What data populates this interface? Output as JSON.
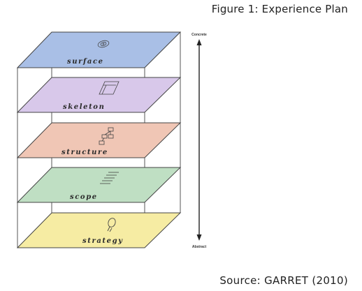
{
  "figure": {
    "title": "Figure 1: Experience Plan",
    "source": "Source: GARRET (2010)"
  },
  "planes": [
    {
      "label": "surface",
      "color": "#a9bfe6",
      "icon": "eye-icon"
    },
    {
      "label": "skeleton",
      "color": "#d8c8ea",
      "icon": "wireframe-icon"
    },
    {
      "label": "structure",
      "color": "#f0c6b5",
      "icon": "sitemap-icon"
    },
    {
      "label": "scope",
      "color": "#bfdfc3",
      "icon": "list-icon"
    },
    {
      "label": "strategy",
      "color": "#f6eca3",
      "icon": "lightbulb-icon"
    }
  ],
  "axis": {
    "top_label": "Concrete",
    "bottom_label": "Abstract"
  }
}
